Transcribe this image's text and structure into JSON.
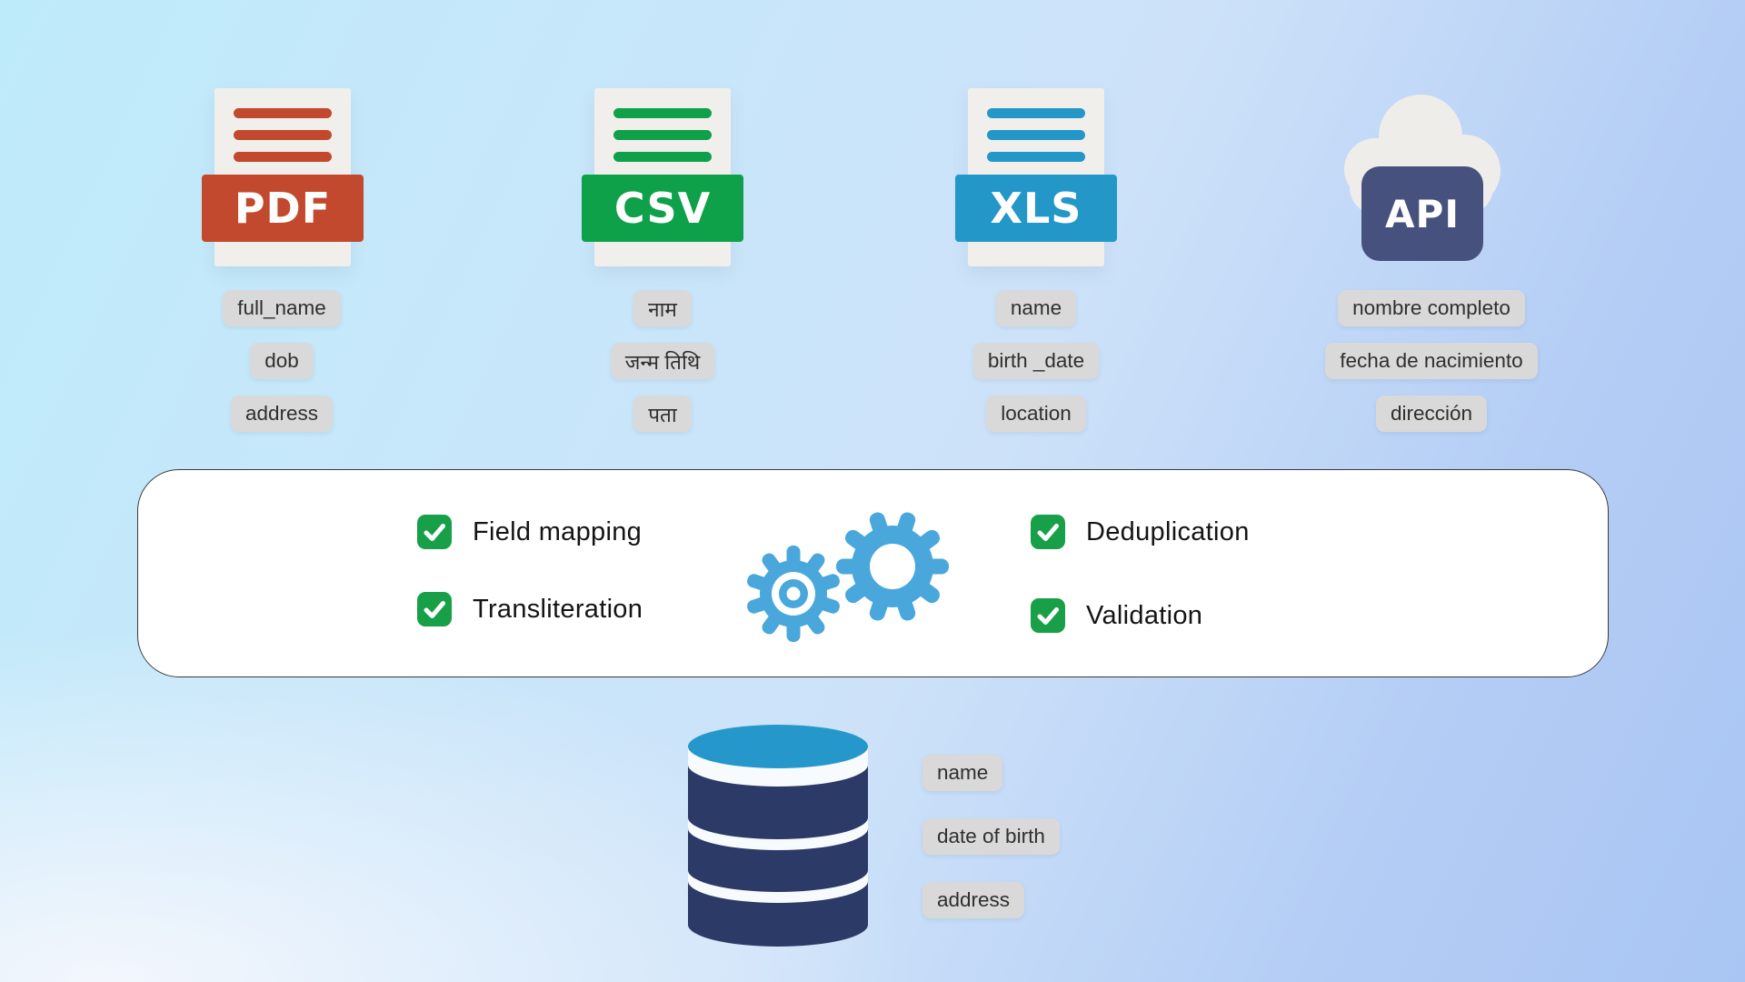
{
  "sources": [
    {
      "id": "pdf",
      "label": "PDF",
      "color": "#C2492D",
      "fields": [
        "full_name",
        "dob",
        "address"
      ]
    },
    {
      "id": "csv",
      "label": "CSV",
      "color": "#0FA04A",
      "fields": [
        "नाम",
        "जन्म तिथि",
        "पता"
      ]
    },
    {
      "id": "xls",
      "label": "XLS",
      "color": "#2397C8",
      "fields": [
        "name",
        "birth _date",
        "location"
      ]
    },
    {
      "id": "api",
      "label": "API",
      "color": "#47517E",
      "fields": [
        "nombre completo",
        "fecha de nacimiento",
        "dirección"
      ]
    }
  ],
  "processing": {
    "left_items": [
      "Field mapping",
      "Transliteration"
    ],
    "right_items": [
      "Deduplication",
      "Validation"
    ],
    "checkbox_color": "#17A048",
    "gear_color": "#49A7DB",
    "box_background": "#FFFFFF",
    "box_border_color": "#3A3A3A"
  },
  "database": {
    "fields": [
      "name",
      "date of birth",
      "address"
    ],
    "top_color": "#2697CB",
    "body_color": "#2B3A66"
  },
  "styles": {
    "background_top_left": "#BEEBFA",
    "background_bottom_right": "#A9C5F3",
    "pill_background": "#D9D9D9",
    "pill_text_color": "#2F2F2F",
    "paper_color": "#F1EFEC",
    "cloud_color": "#EFEDEA"
  }
}
